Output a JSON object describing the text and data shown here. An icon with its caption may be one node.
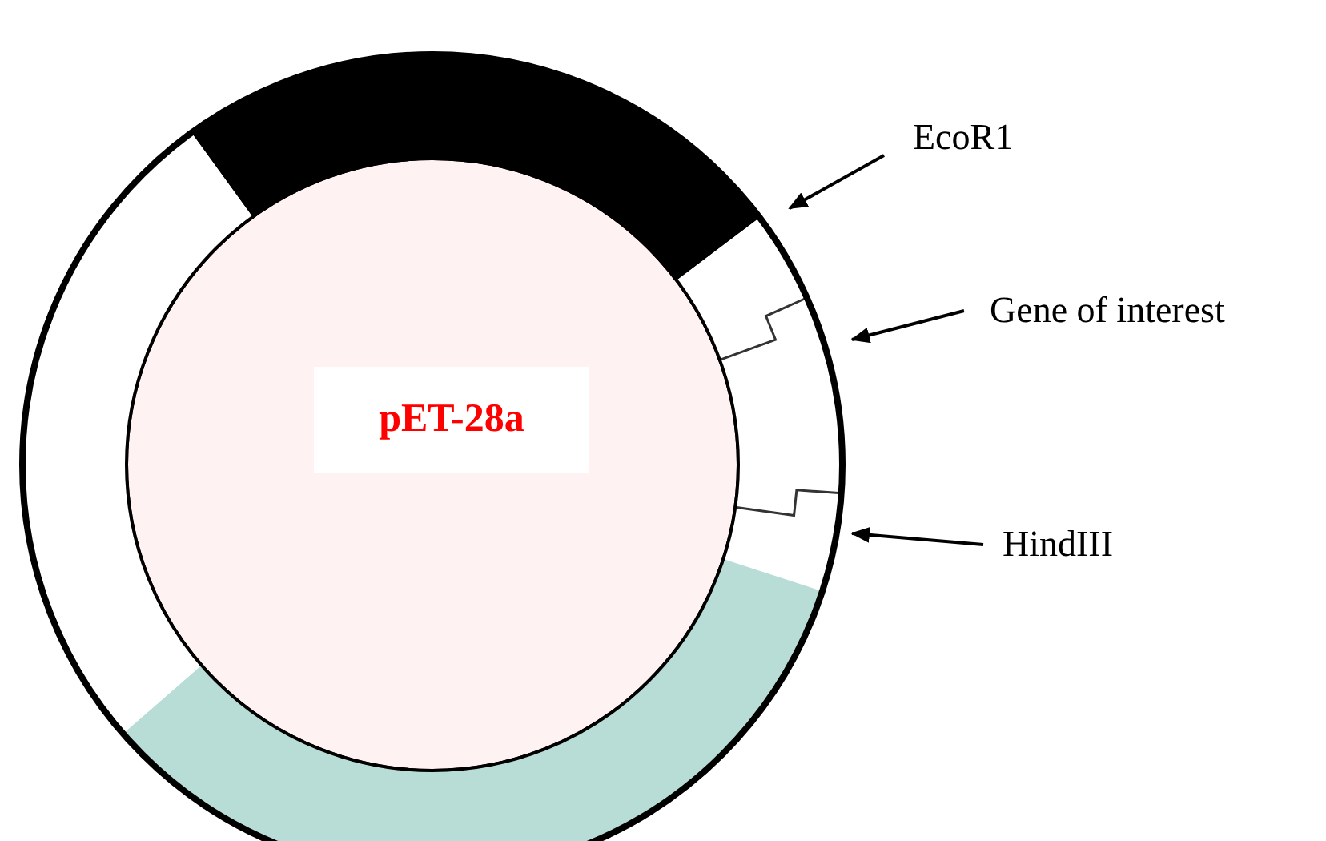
{
  "diagram": {
    "nodes": [
      {
        "text": [
          "pET-28a"
        ]
      },
      {
        "text": [
          "EcoR1"
        ]
      },
      {
        "text": [
          "Gene of interest"
        ]
      },
      {
        "text": [
          "HindIII"
        ]
      }
    ],
    "edges": [
      {
        "from": 1,
        "to": null,
        "arrow": "to"
      },
      {
        "from": 2,
        "to": null,
        "arrow": "to"
      },
      {
        "from": 3,
        "to": null,
        "arrow": "to"
      }
    ]
  }
}
